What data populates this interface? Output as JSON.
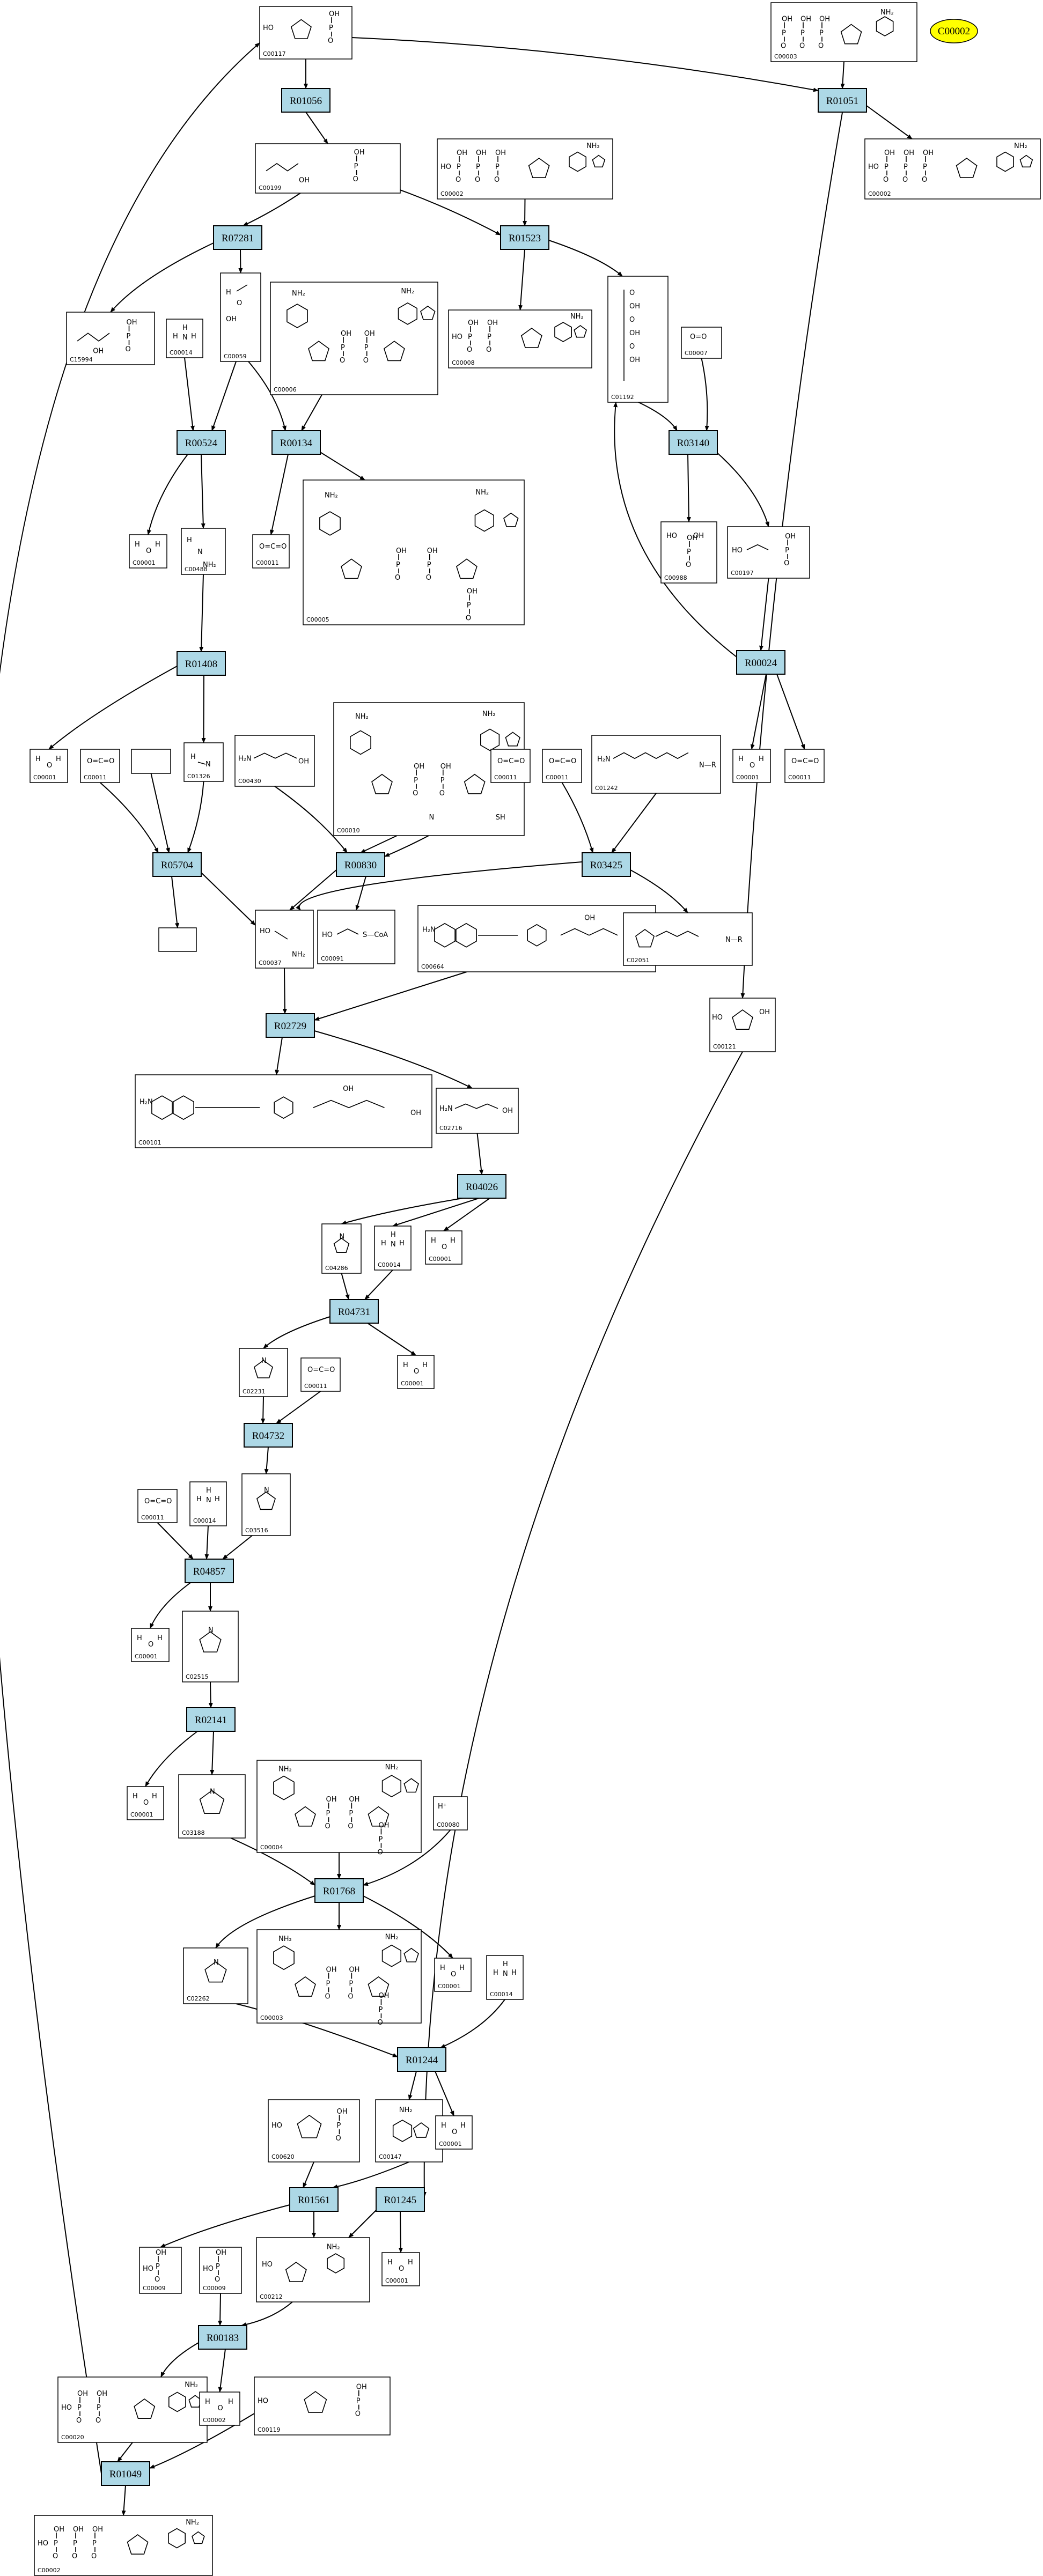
{
  "legend": {
    "label": "C00002",
    "fill": "#ffff00"
  },
  "colors": {
    "reaction_fill": "#add8e6",
    "compound_fill": "#ffffff",
    "stroke": "#000000"
  },
  "reactions": {
    "R01056": "R01056",
    "R01051": "R01051",
    "R07281": "R07281",
    "R01523": "R01523",
    "R00524": "R00524",
    "R00134": "R00134",
    "R03140": "R03140",
    "R00024": "R00024",
    "R01408": "R01408",
    "R05704": "R05704",
    "R00830": "R00830",
    "R03425": "R03425",
    "R02729": "R02729",
    "R04026": "R04026",
    "R04731": "R04731",
    "R04732": "R04732",
    "R04857": "R04857",
    "R02141": "R02141",
    "R01768": "R01768",
    "R01244": "R01244",
    "R01561": "R01561",
    "R01245": "R01245",
    "R00183": "R00183",
    "R01049": "R01049"
  },
  "compounds": {
    "c117": "C00117",
    "c3_top": "C00003",
    "c199": "C00199",
    "c2_r1523": "C00002",
    "c2_r1051": "C00002",
    "c15994": "C15994",
    "c14_a": "C00014",
    "c59": "C00059",
    "c6": "C00006",
    "c8_r1523": "C00008",
    "c1192": "C01192",
    "c7": "C00007",
    "c1_r524": "C00001",
    "c488": "C00488",
    "c11_r134": "C00011",
    "c5": "C00005",
    "c988": "C00988",
    "c197": "C00197",
    "c1_r1408": "C00001",
    "c11_r5704": "C00011",
    "c1326": "C01326",
    "c430": "C00430",
    "c10": "C00010",
    "c11_r830": "C00011",
    "c11_r3425": "C00011",
    "c1242": "C01242",
    "c1_r24": "C00001",
    "c11_r24": "C00011",
    "c37": "C00037",
    "c91": "C00091",
    "c664": "C00664",
    "c2051": "C02051",
    "c101": "C00101",
    "c2716": "C02716",
    "c121": "C00121",
    "c4286": "C04286",
    "c14_b": "C00014",
    "c1_r4026": "C00001",
    "c2231": "C02231",
    "c11_r4732": "C00011",
    "c1_r4731": "C00001",
    "c3516": "C03516",
    "c11_r4857": "C00011",
    "c14_c": "C00014",
    "c1_r4857": "C00001",
    "c2515": "C02515",
    "c1_r2141": "C00001",
    "c3188": "C03188",
    "c4": "C00004",
    "c80": "C00080",
    "c2262": "C02262",
    "c3_r1768": "C00003",
    "c1_r1768": "C00001",
    "c14_d": "C00014",
    "c620": "C00620",
    "c147": "C00147",
    "c1_r1244": "C00001",
    "c9_a": "C00009",
    "c9_b": "C00009",
    "c212": "C00212",
    "c1_r1245": "C00001",
    "c20": "C00020",
    "c2_r183": "C00002",
    "c119": "C00119",
    "c2_bottom": "C00002"
  },
  "structure_text": {
    "water": "H O H",
    "co2": "O=C=O",
    "o2": "O=O",
    "nh3": "H N H",
    "hplus": "H⁺",
    "nh2": "NH₂",
    "scoa": "S—CoA",
    "oh": "OH",
    "o": "O",
    "p": "P",
    "n": "N",
    "h2n": "H₂N",
    "hn": "HN"
  }
}
